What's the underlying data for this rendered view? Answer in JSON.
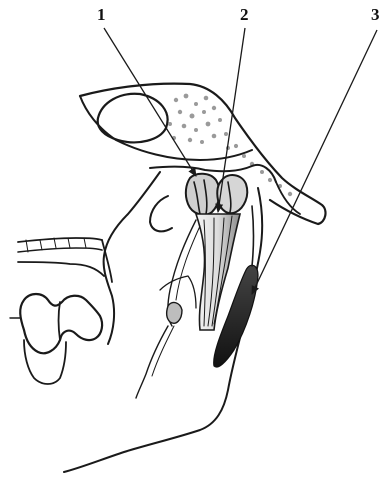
{
  "figure": {
    "callouts": [
      {
        "number": "1"
      },
      {
        "number": "2"
      },
      {
        "number": "3"
      }
    ],
    "colors": {
      "ink": "#1a1a1a",
      "ligament_fill": "#e8e8e8",
      "ligament_shadow": "#6a6a6a",
      "bone_dots": "#9a9a9a",
      "background": "#ffffff"
    }
  }
}
